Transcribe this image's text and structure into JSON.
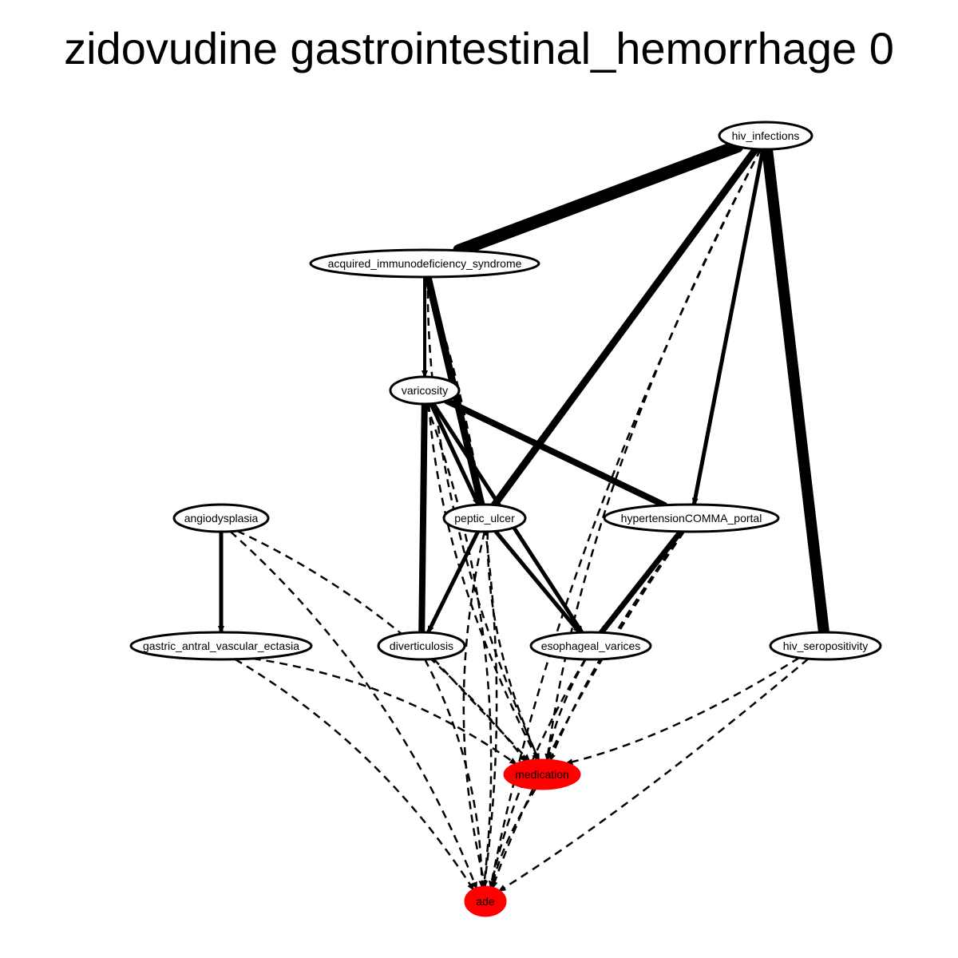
{
  "title": "zidovudine gastrointestinal_hemorrhage 0",
  "colors": {
    "highlight": "#ff0000",
    "default_fill": "#ffffff",
    "stroke": "#000000"
  },
  "nodes": [
    {
      "id": "hiv_infections",
      "label": "hiv_infections",
      "highlight": false
    },
    {
      "id": "aids",
      "label": "acquired_immunodeficiency_syndrome",
      "highlight": false
    },
    {
      "id": "varicosity",
      "label": "varicosity",
      "highlight": false
    },
    {
      "id": "angiodysplasia",
      "label": "angiodysplasia",
      "highlight": false
    },
    {
      "id": "peptic_ulcer",
      "label": "peptic_ulcer",
      "highlight": false
    },
    {
      "id": "hypertension_portal",
      "label": "hypertensionCOMMA_portal",
      "highlight": false
    },
    {
      "id": "gave",
      "label": "gastric_antral_vascular_ectasia",
      "highlight": false
    },
    {
      "id": "diverticulosis",
      "label": "diverticulosis",
      "highlight": false
    },
    {
      "id": "esophageal_varices",
      "label": "esophageal_varices",
      "highlight": false
    },
    {
      "id": "hiv_seropositivity",
      "label": "hiv_seropositivity",
      "highlight": false
    },
    {
      "id": "medication",
      "label": "medication",
      "highlight": true
    },
    {
      "id": "ade",
      "label": "ade",
      "highlight": true
    }
  ],
  "edges": [
    {
      "from": "hiv_infections",
      "to": "aids",
      "style": "solid",
      "weight": 16
    },
    {
      "from": "hiv_infections",
      "to": "peptic_ulcer",
      "style": "solid",
      "weight": 9
    },
    {
      "from": "hiv_infections",
      "to": "hypertension_portal",
      "style": "solid",
      "weight": 5
    },
    {
      "from": "hiv_infections",
      "to": "hiv_seropositivity",
      "style": "solid",
      "weight": 14
    },
    {
      "from": "hiv_infections",
      "to": "medication",
      "style": "dashed"
    },
    {
      "from": "hiv_infections",
      "to": "ade",
      "style": "dashed"
    },
    {
      "from": "aids",
      "to": "varicosity",
      "style": "solid",
      "weight": 4
    },
    {
      "from": "aids",
      "to": "peptic_ulcer",
      "style": "solid",
      "weight": 9
    },
    {
      "from": "aids",
      "to": "medication",
      "style": "dashed"
    },
    {
      "from": "aids",
      "to": "ade",
      "style": "dashed"
    },
    {
      "from": "varicosity",
      "to": "peptic_ulcer",
      "style": "solid",
      "weight": 5
    },
    {
      "from": "varicosity",
      "to": "hypertension_portal",
      "style": "solid",
      "weight": 8
    },
    {
      "from": "varicosity",
      "to": "diverticulosis",
      "style": "solid",
      "weight": 8
    },
    {
      "from": "varicosity",
      "to": "esophageal_varices",
      "style": "solid",
      "weight": 5
    },
    {
      "from": "varicosity",
      "to": "medication",
      "style": "dashed"
    },
    {
      "from": "varicosity",
      "to": "ade",
      "style": "dashed"
    },
    {
      "from": "angiodysplasia",
      "to": "gave",
      "style": "solid",
      "weight": 5
    },
    {
      "from": "angiodysplasia",
      "to": "medication",
      "style": "dashed"
    },
    {
      "from": "angiodysplasia",
      "to": "ade",
      "style": "dashed"
    },
    {
      "from": "peptic_ulcer",
      "to": "diverticulosis",
      "style": "solid",
      "weight": 5
    },
    {
      "from": "peptic_ulcer",
      "to": "esophageal_varices",
      "style": "solid",
      "weight": 5
    },
    {
      "from": "peptic_ulcer",
      "to": "medication",
      "style": "dashed"
    },
    {
      "from": "peptic_ulcer",
      "to": "ade",
      "style": "dashed"
    },
    {
      "from": "hypertension_portal",
      "to": "esophageal_varices",
      "style": "solid",
      "weight": 7
    },
    {
      "from": "hypertension_portal",
      "to": "medication",
      "style": "dashed"
    },
    {
      "from": "hypertension_portal",
      "to": "ade",
      "style": "dashed"
    },
    {
      "from": "gave",
      "to": "medication",
      "style": "dashed"
    },
    {
      "from": "gave",
      "to": "ade",
      "style": "dashed"
    },
    {
      "from": "diverticulosis",
      "to": "medication",
      "style": "dashed"
    },
    {
      "from": "diverticulosis",
      "to": "ade",
      "style": "dashed"
    },
    {
      "from": "esophageal_varices",
      "to": "medication",
      "style": "dashed"
    },
    {
      "from": "esophageal_varices",
      "to": "ade",
      "style": "dashed"
    },
    {
      "from": "hiv_seropositivity",
      "to": "medication",
      "style": "dashed"
    },
    {
      "from": "hiv_seropositivity",
      "to": "ade",
      "style": "dashed"
    },
    {
      "from": "medication",
      "to": "ade",
      "style": "dashed"
    }
  ]
}
